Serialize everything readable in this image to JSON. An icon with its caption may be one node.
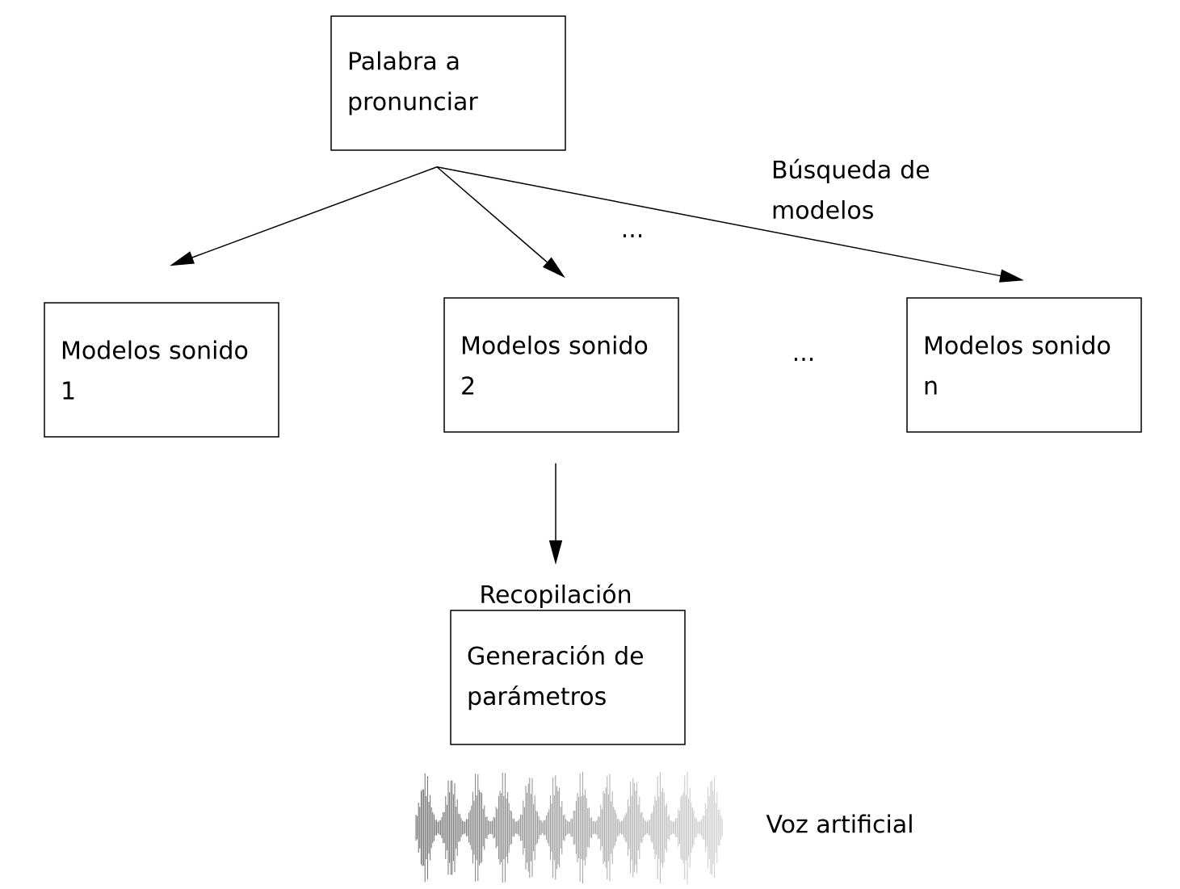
{
  "diagram": {
    "nodes": [
      {
        "text": [
          "Palabra a pronunciar"
        ]
      },
      {
        "text": [
          "Modelos sonido 1"
        ]
      },
      {
        "text": [
          "Modelos sonido 2"
        ]
      },
      {
        "text": [
          "Modelos sonido n"
        ]
      },
      {
        "text": [
          "Recopilación",
          "Generación de parámetros"
        ]
      }
    ],
    "edges": [
      {
        "from": 0,
        "to": 1,
        "arrow": "to"
      },
      {
        "from": 0,
        "to": 2,
        "arrow": "to"
      },
      {
        "from": 0,
        "to": 3,
        "arrow": "to",
        "label": "Búsqueda de modelos"
      },
      {
        "from": 2,
        "to": 4,
        "arrow": "to"
      }
    ],
    "labels": [
      "...",
      "...",
      "Voz artificial"
    ]
  }
}
